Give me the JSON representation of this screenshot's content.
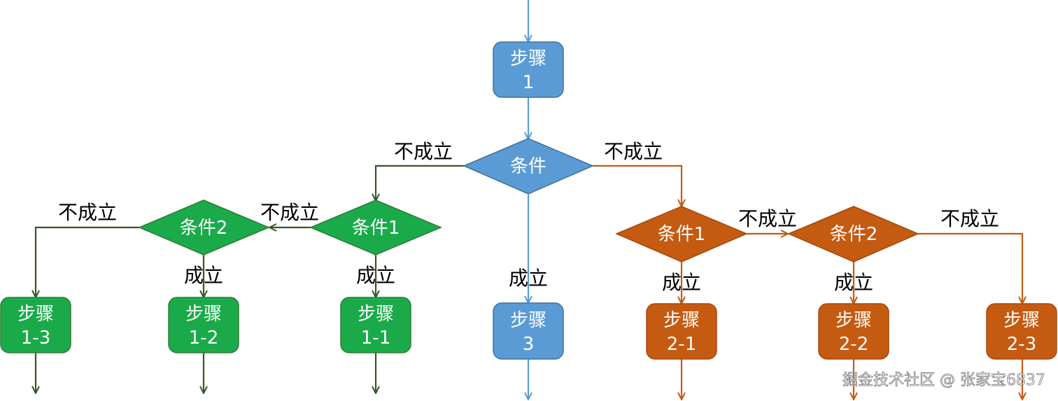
{
  "colors": {
    "blue_fill": "#5B9BD5",
    "blue_line": "#5B9BD5",
    "green_fill": "#1AAA4A",
    "green_line": "#375623",
    "orange_fill": "#C55A11",
    "orange_line": "#C55A11"
  },
  "nodes": {
    "step1": [
      "步骤",
      "1"
    ],
    "condition": "条件",
    "step3": [
      "步骤",
      "3"
    ],
    "g_cond1": "条件1",
    "g_cond2": "条件2",
    "step1_1": [
      "步骤",
      "1-1"
    ],
    "step1_2": [
      "步骤",
      "1-2"
    ],
    "step1_3": [
      "步骤",
      "1-3"
    ],
    "o_cond1": "条件1",
    "o_cond2": "条件2",
    "step2_1": [
      "步骤",
      "2-1"
    ],
    "step2_2": [
      "步骤",
      "2-2"
    ],
    "step2_3": [
      "步骤",
      "2-3"
    ]
  },
  "labels": {
    "main_left": "不成立",
    "main_right": "不成立",
    "main_down": "成立",
    "g_cond1_left": "不成立",
    "g_cond1_down": "成立",
    "g_cond2_left": "不成立",
    "g_cond2_down": "成立",
    "o_cond1_right": "不成立",
    "o_cond1_down": "成立",
    "o_cond2_right": "不成立",
    "o_cond2_down": "成立"
  },
  "watermark": "掘金技术社区 @ 张家宝6837"
}
